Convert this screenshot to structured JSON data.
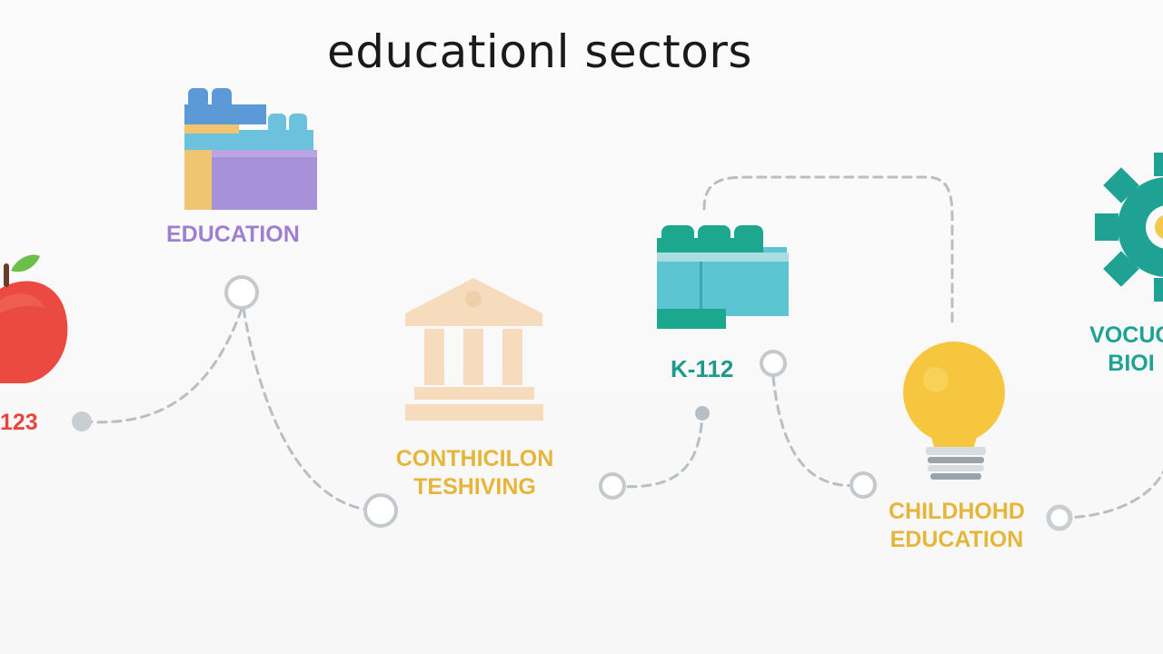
{
  "title": "educationl sectors",
  "nodes": {
    "education": {
      "label": "EDUCATION",
      "icon": "building-blocks-icon"
    },
    "apple": {
      "label": "123",
      "icon": "apple-icon"
    },
    "continuing": {
      "label_line1": "CONTHICILON",
      "label_line2": "TESHIVING",
      "icon": "classical-building-icon"
    },
    "k12": {
      "label": "K-112",
      "icon": "blocks-icon"
    },
    "childhood": {
      "label_line1": "CHILDHOHD",
      "label_line2": "EDUCATION",
      "icon": "lightbulb-icon"
    },
    "vocational": {
      "label_line1": "VOCUG",
      "label_line2": "BIOI",
      "icon": "gear-icon"
    }
  },
  "colors": {
    "purple": "#a07fd0",
    "red": "#e8453d",
    "yellow": "#e6b63a",
    "teal": "#1f9a88",
    "connector": "#b8bfc4"
  }
}
